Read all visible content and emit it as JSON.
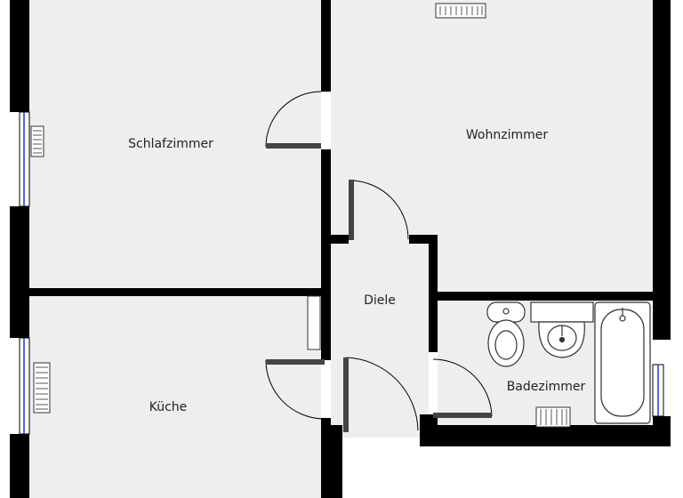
{
  "rooms": {
    "schlafzimmer": "Schlafzimmer",
    "wohnzimmer": "Wohnzimmer",
    "diele": "Diele",
    "kueche": "Küche",
    "badezimmer": "Badezimmer"
  },
  "colors": {
    "floor": "#eeeeee",
    "wall": "#000000",
    "door_leaf": "#444444",
    "window": "#2233cc",
    "fixture": "#ffffff"
  }
}
